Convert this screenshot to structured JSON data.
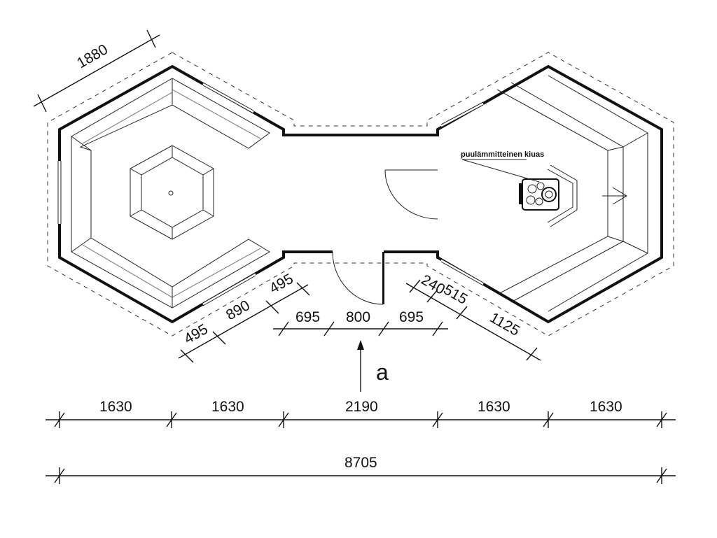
{
  "plan": {
    "stove_label": "puulämmitteinen kiuas",
    "view_marker": "a",
    "dimensions": {
      "top_left_side": "1880",
      "left_lower": [
        "495",
        "890",
        "495"
      ],
      "door_front": [
        "695",
        "800",
        "695"
      ],
      "right_lower": [
        "240",
        "515",
        "1125"
      ],
      "overall_segments": [
        "1630",
        "1630",
        "2190",
        "1630",
        "1630"
      ],
      "overall_total": "8705"
    }
  }
}
